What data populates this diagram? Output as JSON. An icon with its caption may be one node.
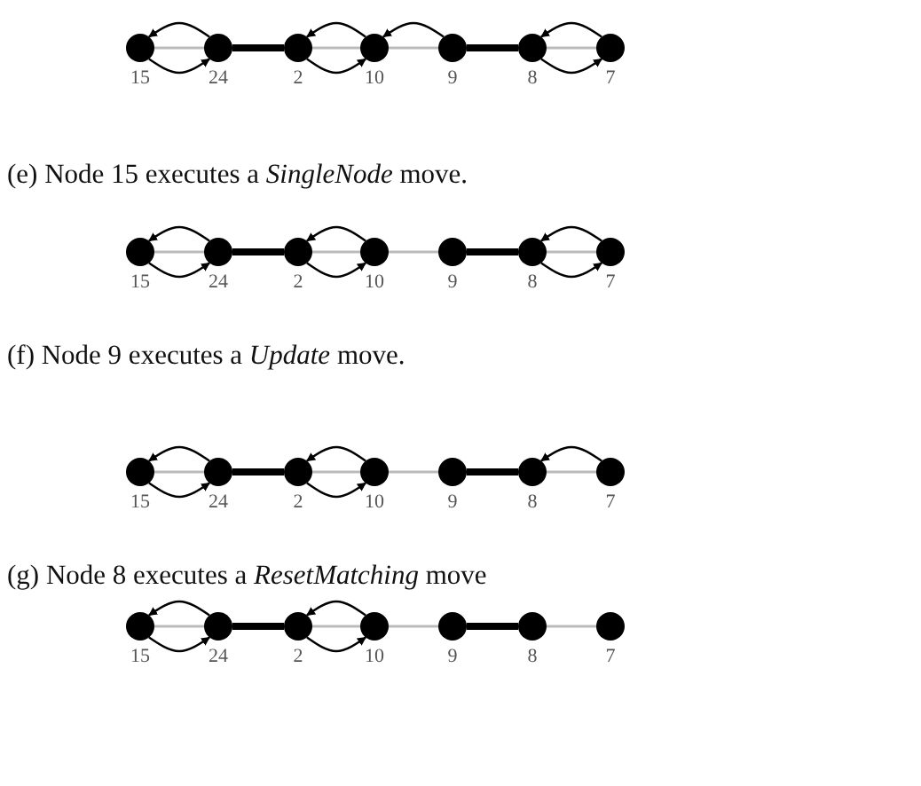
{
  "diagram": {
    "nodes": [
      {
        "text": [],
        "shape": "circle",
        "beside": [
          "15"
        ]
      },
      {
        "text": [],
        "shape": "circle",
        "beside": [
          "24"
        ]
      },
      {
        "text": [],
        "shape": "circle",
        "beside": [
          "2"
        ]
      },
      {
        "text": [],
        "shape": "circle",
        "beside": [
          "10"
        ]
      },
      {
        "text": [],
        "shape": "circle",
        "beside": [
          "9"
        ]
      },
      {
        "text": [],
        "shape": "circle",
        "beside": [
          "8"
        ]
      },
      {
        "text": [],
        "shape": "circle",
        "beside": [
          "7"
        ]
      },
      {
        "text": [],
        "shape": "circle",
        "beside": [
          "15"
        ]
      },
      {
        "text": [],
        "shape": "circle",
        "beside": [
          "24"
        ]
      },
      {
        "text": [],
        "shape": "circle",
        "beside": [
          "2"
        ]
      },
      {
        "text": [],
        "shape": "circle",
        "beside": [
          "10"
        ]
      },
      {
        "text": [],
        "shape": "circle",
        "beside": [
          "9"
        ]
      },
      {
        "text": [],
        "shape": "circle",
        "beside": [
          "8"
        ]
      },
      {
        "text": [],
        "shape": "circle",
        "beside": [
          "7"
        ]
      },
      {
        "text": [],
        "shape": "circle",
        "beside": [
          "15"
        ]
      },
      {
        "text": [],
        "shape": "circle",
        "beside": [
          "24"
        ]
      },
      {
        "text": [],
        "shape": "circle",
        "beside": [
          "2"
        ]
      },
      {
        "text": [],
        "shape": "circle",
        "beside": [
          "10"
        ]
      },
      {
        "text": [],
        "shape": "circle",
        "beside": [
          "9"
        ]
      },
      {
        "text": [],
        "shape": "circle",
        "beside": [
          "8"
        ]
      },
      {
        "text": [],
        "shape": "circle",
        "beside": [
          "7"
        ]
      },
      {
        "text": [],
        "shape": "circle",
        "beside": [
          "15"
        ]
      },
      {
        "text": [],
        "shape": "circle",
        "beside": [
          "24"
        ]
      },
      {
        "text": [],
        "shape": "circle",
        "beside": [
          "2"
        ]
      },
      {
        "text": [],
        "shape": "circle",
        "beside": [
          "10"
        ]
      },
      {
        "text": [],
        "shape": "circle",
        "beside": [
          "9"
        ]
      },
      {
        "text": [],
        "shape": "circle",
        "beside": [
          "8"
        ]
      },
      {
        "text": [],
        "shape": "circle",
        "beside": [
          "7"
        ]
      }
    ],
    "edges": [
      {
        "from": 0,
        "to": 1,
        "arrow": "none",
        "color": "#bbbbbb"
      },
      {
        "from": 1,
        "to": 2,
        "arrow": "none",
        "style": "thick"
      },
      {
        "from": 2,
        "to": 3,
        "arrow": "none",
        "color": "#bbbbbb"
      },
      {
        "from": 3,
        "to": 4,
        "arrow": "none",
        "color": "#bbbbbb"
      },
      {
        "from": 4,
        "to": 5,
        "arrow": "none",
        "style": "thick"
      },
      {
        "from": 5,
        "to": 6,
        "arrow": "none",
        "color": "#bbbbbb"
      },
      {
        "from": 1,
        "to": 0,
        "arrow": "to"
      },
      {
        "from": 0,
        "to": 1,
        "arrow": "to"
      },
      {
        "from": 3,
        "to": 2,
        "arrow": "to"
      },
      {
        "from": 2,
        "to": 3,
        "arrow": "to"
      },
      {
        "from": 4,
        "to": 3,
        "arrow": "to"
      },
      {
        "from": 6,
        "to": 5,
        "arrow": "to"
      },
      {
        "from": 5,
        "to": 6,
        "arrow": "to"
      },
      {
        "from": 7,
        "to": 8,
        "arrow": "none",
        "color": "#bbbbbb"
      },
      {
        "from": 8,
        "to": 9,
        "arrow": "none",
        "style": "thick"
      },
      {
        "from": 9,
        "to": 10,
        "arrow": "none",
        "color": "#bbbbbb"
      },
      {
        "from": 10,
        "to": 11,
        "arrow": "none",
        "color": "#bbbbbb"
      },
      {
        "from": 11,
        "to": 12,
        "arrow": "none",
        "style": "thick"
      },
      {
        "from": 12,
        "to": 13,
        "arrow": "none",
        "color": "#bbbbbb"
      },
      {
        "from": 8,
        "to": 7,
        "arrow": "to"
      },
      {
        "from": 7,
        "to": 8,
        "arrow": "to"
      },
      {
        "from": 10,
        "to": 9,
        "arrow": "to"
      },
      {
        "from": 9,
        "to": 10,
        "arrow": "to"
      },
      {
        "from": 13,
        "to": 12,
        "arrow": "to"
      },
      {
        "from": 12,
        "to": 13,
        "arrow": "to"
      },
      {
        "from": 14,
        "to": 15,
        "arrow": "none",
        "color": "#bbbbbb"
      },
      {
        "from": 15,
        "to": 16,
        "arrow": "none",
        "style": "thick"
      },
      {
        "from": 16,
        "to": 17,
        "arrow": "none",
        "color": "#bbbbbb"
      },
      {
        "from": 17,
        "to": 18,
        "arrow": "none",
        "color": "#bbbbbb"
      },
      {
        "from": 18,
        "to": 19,
        "arrow": "none",
        "style": "thick"
      },
      {
        "from": 19,
        "to": 20,
        "arrow": "none",
        "color": "#bbbbbb"
      },
      {
        "from": 15,
        "to": 14,
        "arrow": "to"
      },
      {
        "from": 14,
        "to": 15,
        "arrow": "to"
      },
      {
        "from": 17,
        "to": 16,
        "arrow": "to"
      },
      {
        "from": 16,
        "to": 17,
        "arrow": "to"
      },
      {
        "from": 20,
        "to": 19,
        "arrow": "to"
      },
      {
        "from": 21,
        "to": 22,
        "arrow": "none",
        "color": "#bbbbbb"
      },
      {
        "from": 22,
        "to": 23,
        "arrow": "none",
        "style": "thick"
      },
      {
        "from": 23,
        "to": 24,
        "arrow": "none",
        "color": "#bbbbbb"
      },
      {
        "from": 24,
        "to": 25,
        "arrow": "none",
        "color": "#bbbbbb"
      },
      {
        "from": 25,
        "to": 26,
        "arrow": "none",
        "style": "thick"
      },
      {
        "from": 26,
        "to": 27,
        "arrow": "none",
        "color": "#bbbbbb"
      },
      {
        "from": 22,
        "to": 21,
        "arrow": "to"
      },
      {
        "from": 21,
        "to": 22,
        "arrow": "to"
      },
      {
        "from": 24,
        "to": 23,
        "arrow": "to"
      },
      {
        "from": 23,
        "to": 24,
        "arrow": "to"
      }
    ],
    "labels": [
      "(e) Node 15 executes a *SingleNode* move.",
      "(f) Node 9 executes a *Update* move.",
      "(g) Node 8 executes a *ResetMatching* move"
    ]
  }
}
